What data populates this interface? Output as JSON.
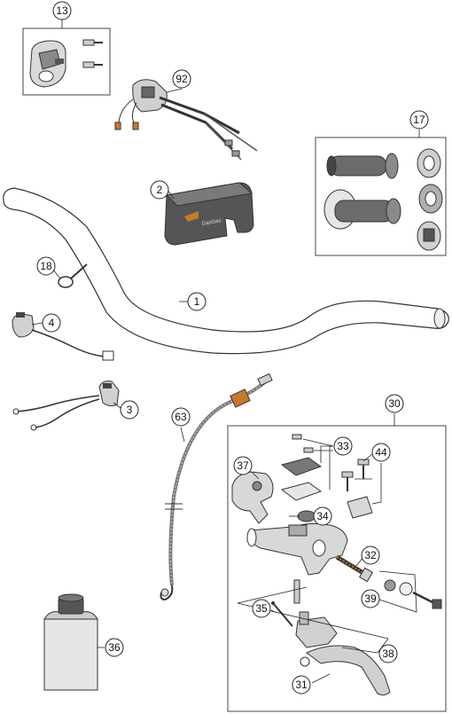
{
  "callouts": {
    "c13": "13",
    "c92": "92",
    "c17": "17",
    "c2": "2",
    "c18": "18",
    "c1": "1",
    "c4": "4",
    "c3": "3",
    "c63": "63",
    "c30": "30",
    "c33": "33",
    "c44": "44",
    "c37": "37",
    "c34": "34",
    "c32": "32",
    "c39": "39",
    "c35": "35",
    "c36": "36",
    "c38": "38",
    "c31": "31"
  },
  "colors": {
    "line": "#333333",
    "part_light": "#e6e6e6",
    "part_mid": "#bdbdbd",
    "part_dark": "#555555",
    "grip": "#6b6b6b",
    "accent_orange": "#c8792a"
  }
}
